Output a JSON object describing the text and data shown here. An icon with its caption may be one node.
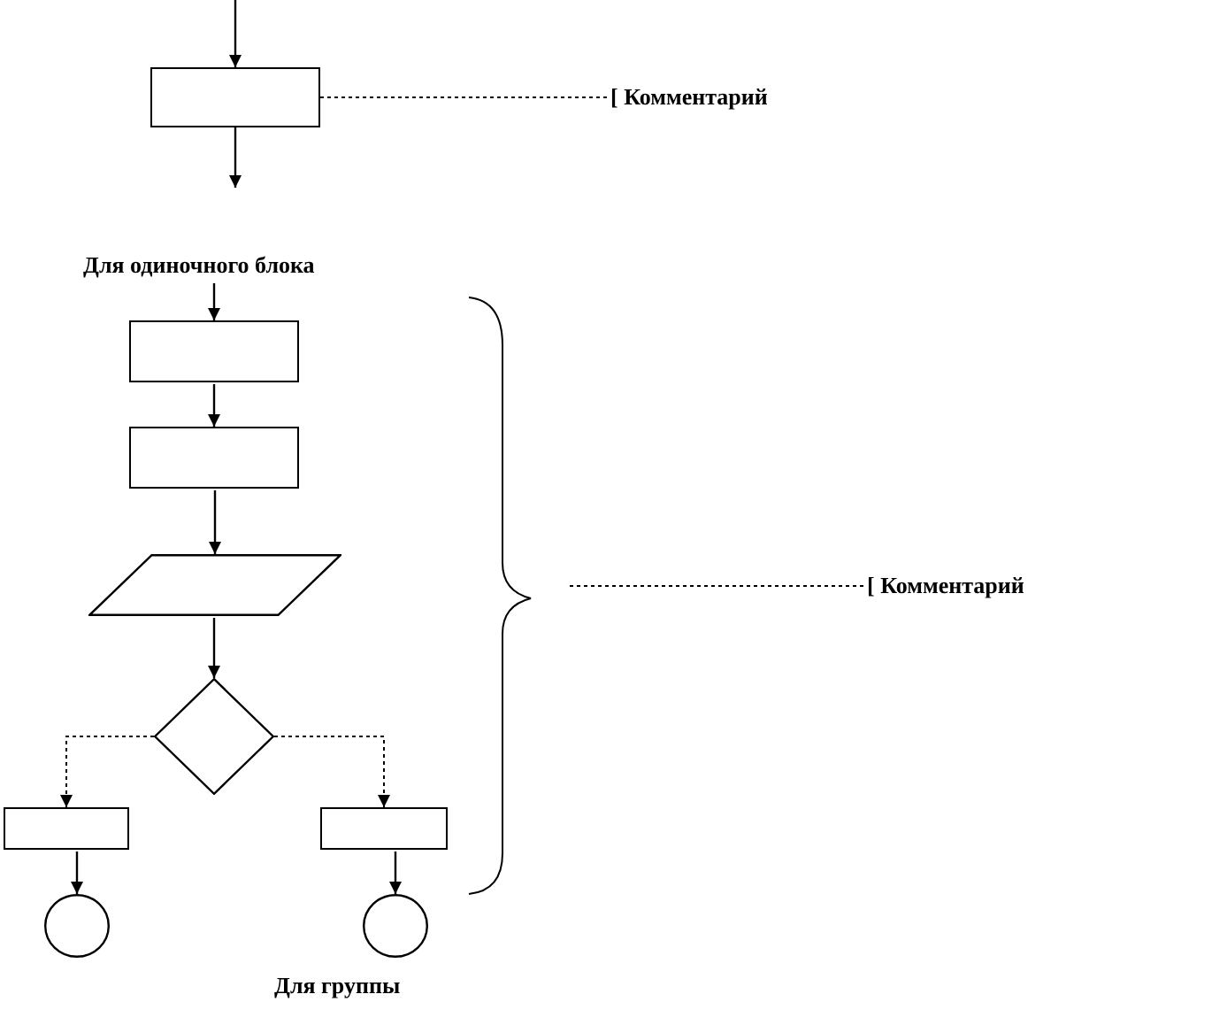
{
  "diagram": {
    "nodes": [
      {
        "text": [],
        "shape": "box"
      },
      {
        "text": [
          "[ Комментарий"
        ]
      },
      {
        "text": [
          "Для одиночного блока"
        ]
      },
      {
        "text": [],
        "shape": "box"
      },
      {
        "text": [],
        "shape": "box"
      },
      {
        "text": [],
        "shape": "parallelogram"
      },
      {
        "text": [],
        "shape": "diamond"
      },
      {
        "text": [],
        "shape": "box"
      },
      {
        "text": [],
        "shape": "box"
      },
      {
        "text": [],
        "shape": "circle"
      },
      {
        "text": [],
        "shape": "circle"
      },
      {
        "text": [
          "[ Комментарий"
        ]
      }
    ],
    "edges": [
      {
        "from": null,
        "to": 0,
        "arrow": "to"
      },
      {
        "from": 0,
        "to": null,
        "arrow": "to"
      },
      {
        "from": 0,
        "to": 1,
        "arrow": "none",
        "style": "dashed"
      },
      {
        "from": 2,
        "to": 3,
        "arrow": "to"
      },
      {
        "from": 3,
        "to": 4,
        "arrow": "to"
      },
      {
        "from": 4,
        "to": 5,
        "arrow": "to"
      },
      {
        "from": 5,
        "to": 6,
        "arrow": "to"
      },
      {
        "from": 6,
        "to": 7,
        "arrow": "to",
        "style": "dashed"
      },
      {
        "from": 6,
        "to": 8,
        "arrow": "to",
        "style": "dashed"
      },
      {
        "from": 7,
        "to": 9,
        "arrow": "to"
      },
      {
        "from": 8,
        "to": 10,
        "arrow": "to"
      },
      {
        "from": null,
        "to": 11,
        "arrow": "none",
        "style": "dashed"
      }
    ],
    "labels": [
      "Для группы"
    ]
  }
}
